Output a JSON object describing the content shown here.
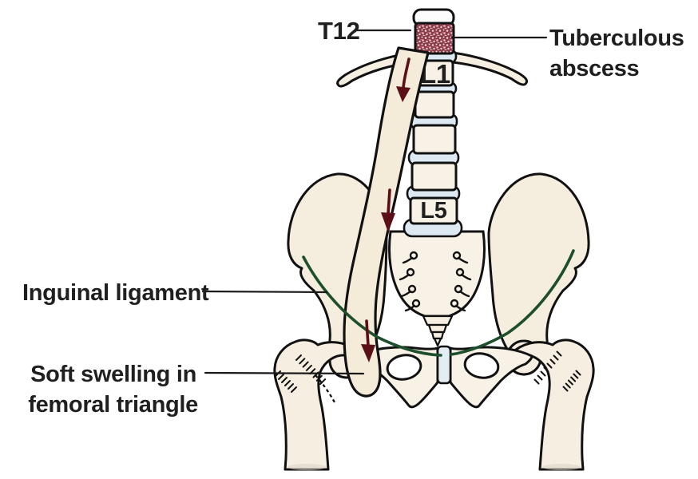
{
  "figure": {
    "type": "anatomical-diagram",
    "labels": {
      "t12": "T12",
      "l1": "L1",
      "l5": "L5",
      "tuberculous_abscess_line1": "Tuberculous",
      "tuberculous_abscess_line2": "abscess",
      "inguinal_ligament": "Inguinal ligament",
      "soft_swelling_line1": "Soft swelling in",
      "soft_swelling_line2": "femoral triangle"
    },
    "colors": {
      "background": "#ffffff",
      "bone_fill": "#f6efe1",
      "bone_outline": "#111111",
      "disc_fill": "#dce9f2",
      "abscess_base": "#8a3a46",
      "abscess_speckle": "#f3d2d9",
      "arrow_maroon": "#5a1016",
      "ligament_green": "#1d4f2c",
      "label_text": "#1f1f1f",
      "pointer_line": "#1a1a1a"
    }
  }
}
